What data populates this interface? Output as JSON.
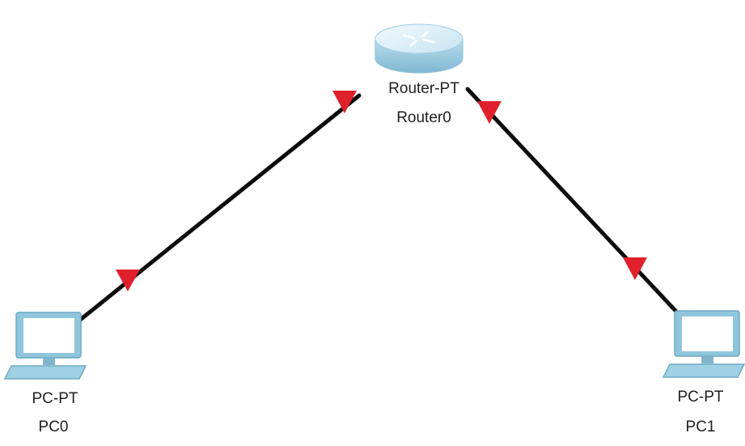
{
  "devices": {
    "router": {
      "type_label": "Router-PT",
      "name": "Router0",
      "icon": "router-icon"
    },
    "pc0": {
      "type_label": "PC-PT",
      "name": "PC0",
      "icon": "pc-icon"
    },
    "pc1": {
      "type_label": "PC-PT",
      "name": "PC1",
      "icon": "pc-icon"
    }
  },
  "links": [
    {
      "from": "PC0",
      "to": "Router0",
      "status": "down"
    },
    {
      "from": "Router0",
      "to": "PC1",
      "status": "down"
    }
  ],
  "colors": {
    "cable": "#0d0d0d",
    "link_down_indicator": "#e0202a",
    "router_body": "#c9e6f2",
    "pc_body": "#8fc6dc"
  }
}
